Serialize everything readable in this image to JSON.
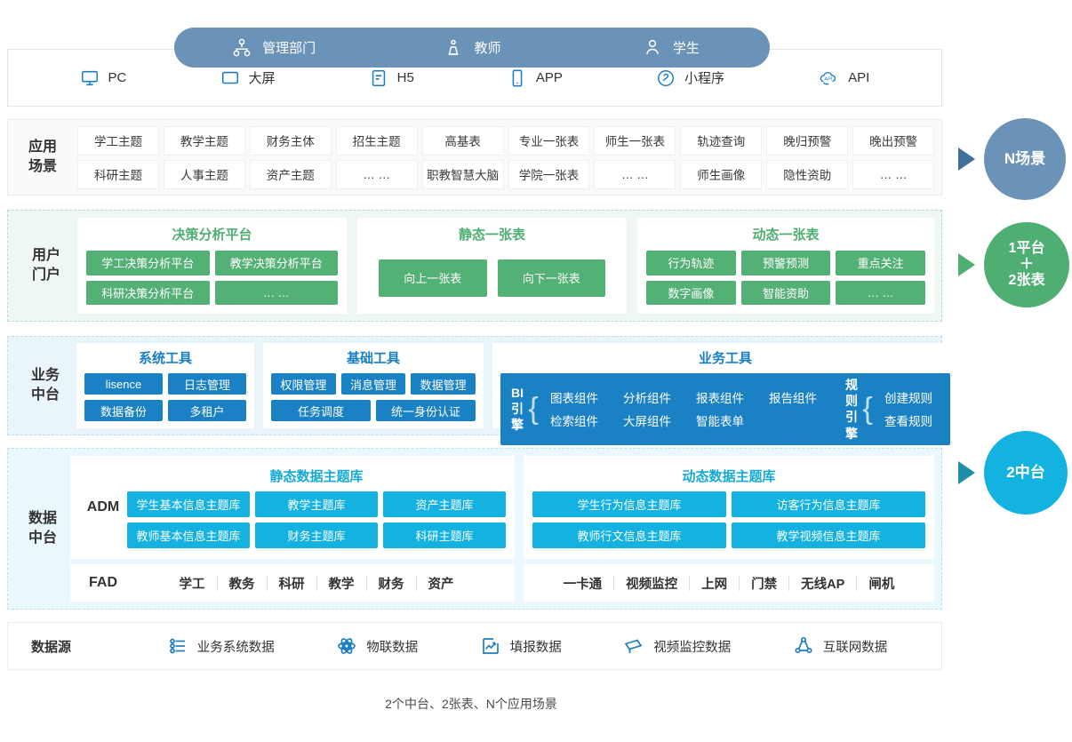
{
  "roles": [
    {
      "label": "管理部门",
      "icon": "org-chart-icon"
    },
    {
      "label": "教师",
      "icon": "teacher-icon"
    },
    {
      "label": "学生",
      "icon": "student-icon"
    }
  ],
  "channels": [
    {
      "label": "PC",
      "icon": "monitor-icon"
    },
    {
      "label": "大屏",
      "icon": "large-screen-icon"
    },
    {
      "label": "H5",
      "icon": "h5-icon"
    },
    {
      "label": "APP",
      "icon": "mobile-app-icon"
    },
    {
      "label": "小程序",
      "icon": "miniprogram-icon"
    },
    {
      "label": "API",
      "icon": "api-cloud-icon"
    }
  ],
  "scenarios": {
    "label": "应用\n场景",
    "row1": [
      "学工主题",
      "教学主题",
      "财务主体",
      "招生主题",
      "高基表",
      "专业一张表",
      "师生一张表",
      "轨迹查询",
      "晚归预警",
      "晚出预警"
    ],
    "row2": [
      "科研主题",
      "人事主题",
      "资产主题",
      "… …",
      "职教智慧大脑",
      "学院一张表",
      "… …",
      "师生画像",
      "隐性资助",
      "… …"
    ]
  },
  "portal": {
    "label": "用户\n门户",
    "cards": [
      {
        "title": "决策分析平台",
        "row1": [
          "学工决策分析平台",
          "教学决策分析平台"
        ],
        "row2": [
          "科研决策分析平台",
          "… …"
        ]
      },
      {
        "title": "静态一张表",
        "row1": [
          "向上一张表",
          "向下一张表"
        ],
        "row2": []
      },
      {
        "title": "动态一张表",
        "row1": [
          "行为轨迹",
          "预警预测",
          "重点关注"
        ],
        "row2": [
          "数字画像",
          "智能资助",
          "… …"
        ]
      }
    ]
  },
  "business": {
    "label": "业务\n中台",
    "system_tools": {
      "title": "系统工具",
      "row1": [
        "lisence",
        "日志管理"
      ],
      "row2": [
        "数据备份",
        "多租户"
      ]
    },
    "base_tools": {
      "title": "基础工具",
      "row1": [
        "权限管理",
        "消息管理",
        "数据管理"
      ],
      "row2": [
        "任务调度",
        "统一身份认证"
      ]
    },
    "biz_tools": {
      "title": "业务工具",
      "bi_engine": "BI\n引擎",
      "bi_row1": [
        "图表组件",
        "分析组件",
        "报表组件",
        "报告组件"
      ],
      "bi_row2": [
        "检索组件",
        "大屏组件",
        "智能表单"
      ],
      "rule_engine": "规则\n引擎",
      "rule_row1": [
        "创建规则"
      ],
      "rule_row2": [
        "查看规则"
      ]
    }
  },
  "data_platform": {
    "label": "数据\n中台",
    "adm_rail": "ADM",
    "fad_rail": "FAD",
    "static": {
      "title": "静态数据主题库",
      "row1": [
        "学生基本信息主题库",
        "教学主题库",
        "资产主题库"
      ],
      "row2": [
        "教师基本信息主题库",
        "财务主题库",
        "科研主题库"
      ],
      "fad": [
        "学工",
        "教务",
        "科研",
        "教学",
        "财务",
        "资产"
      ]
    },
    "dynamic": {
      "title": "动态数据主题库",
      "row1": [
        "学生行为信息主题库",
        "访客行为信息主题库"
      ],
      "row2": [
        "教师行文信息主题库",
        "教学视频信息主题库"
      ],
      "fad": [
        "一卡通",
        "视频监控",
        "上网",
        "门禁",
        "无线AP",
        "闸机"
      ]
    }
  },
  "sources": {
    "title": "数据源",
    "items": [
      {
        "label": "业务系统数据",
        "icon": "settings-list-icon"
      },
      {
        "label": "物联数据",
        "icon": "iot-atom-icon"
      },
      {
        "label": "填报数据",
        "icon": "chart-report-icon"
      },
      {
        "label": "视频监控数据",
        "icon": "cctv-camera-icon"
      },
      {
        "label": "互联网数据",
        "icon": "internet-network-icon"
      }
    ]
  },
  "badges": [
    {
      "name": "scene",
      "text": "N场景",
      "color": "#6b93b8"
    },
    {
      "name": "platform",
      "text": "1平台\n＋\n2张表",
      "color": "#4fae72"
    },
    {
      "name": "middle",
      "text": "2中台",
      "color": "#13b2e1"
    }
  ],
  "caption": "2个中台、2张表、N个应用场景",
  "colors": {
    "role_blue": "#6b93b8",
    "green": "#54b176",
    "blue": "#1a81c4",
    "cyan": "#13b2e1",
    "icon_blue": "#1a7fc1"
  }
}
